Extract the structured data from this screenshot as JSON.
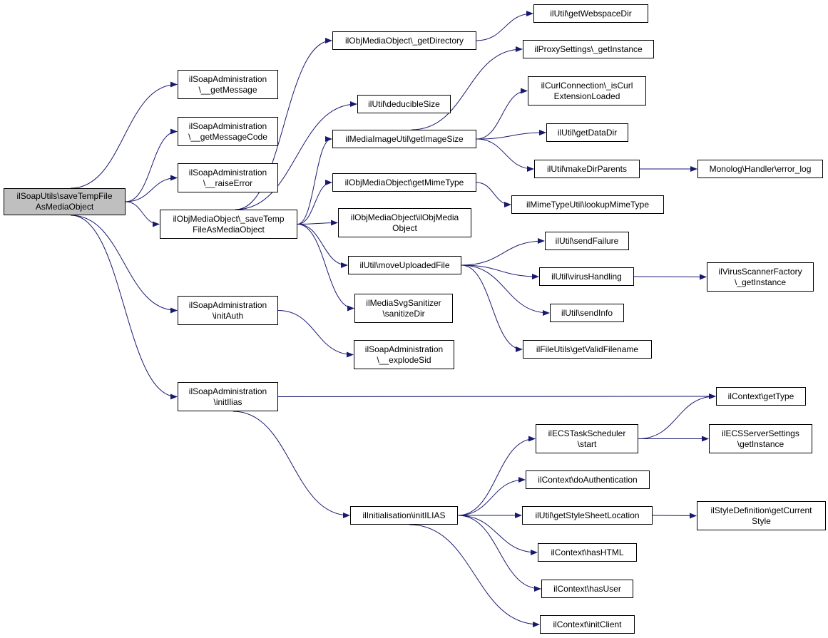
{
  "colors": {
    "edge": "#191970",
    "root_fill": "#bfbfbf",
    "node_fill": "#ffffff",
    "node_border": "#000000"
  },
  "nodes": {
    "root": {
      "lines": [
        "ilSoapUtils\\saveTempFile",
        "AsMediaObject"
      ]
    },
    "getMessage": {
      "lines": [
        "ilSoapAdministration",
        "\\__getMessage"
      ]
    },
    "getMessageCode": {
      "lines": [
        "ilSoapAdministration",
        "\\__getMessageCode"
      ]
    },
    "raiseError": {
      "lines": [
        "ilSoapAdministration",
        "\\__raiseError"
      ]
    },
    "saveTempFileMO": {
      "lines": [
        "ilObjMediaObject\\_saveTemp",
        "FileAsMediaObject"
      ]
    },
    "initAuth": {
      "lines": [
        "ilSoapAdministration",
        "\\initAuth"
      ]
    },
    "initIlias": {
      "lines": [
        "ilSoapAdministration",
        "\\initIlias"
      ]
    },
    "getDirectory": {
      "lines": [
        "ilObjMediaObject\\_getDirectory"
      ]
    },
    "deducibleSize": {
      "lines": [
        "ilUtil\\deducibleSize"
      ]
    },
    "getImageSize": {
      "lines": [
        "ilMediaImageUtil\\getImageSize"
      ]
    },
    "getMimeType": {
      "lines": [
        "ilObjMediaObject\\getMimeType"
      ]
    },
    "ilObjMediaObject": {
      "lines": [
        "ilObjMediaObject\\ilObjMedia",
        "Object"
      ]
    },
    "moveUploadedFile": {
      "lines": [
        "ilUtil\\moveUploadedFile"
      ]
    },
    "sanitizeDir": {
      "lines": [
        "ilMediaSvgSanitizer",
        "\\sanitizeDir"
      ]
    },
    "explodeSid": {
      "lines": [
        "ilSoapAdministration",
        "\\__explodeSid"
      ]
    },
    "initILIAS": {
      "lines": [
        "ilInitialisation\\initILIAS"
      ]
    },
    "getWebspaceDir": {
      "lines": [
        "ilUtil\\getWebspaceDir"
      ]
    },
    "proxyGetInstance": {
      "lines": [
        "ilProxySettings\\_getInstance"
      ]
    },
    "isCurlLoaded": {
      "lines": [
        "ilCurlConnection\\_isCurl",
        "ExtensionLoaded"
      ]
    },
    "getDataDir": {
      "lines": [
        "ilUtil\\getDataDir"
      ]
    },
    "makeDirParents": {
      "lines": [
        "ilUtil\\makeDirParents"
      ]
    },
    "lookupMimeType": {
      "lines": [
        "ilMimeTypeUtil\\lookupMimeType"
      ]
    },
    "sendFailure": {
      "lines": [
        "ilUtil\\sendFailure"
      ]
    },
    "virusHandling": {
      "lines": [
        "ilUtil\\virusHandling"
      ]
    },
    "sendInfo": {
      "lines": [
        "ilUtil\\sendInfo"
      ]
    },
    "getValidFilename": {
      "lines": [
        "ilFileUtils\\getValidFilename"
      ]
    },
    "errorLog": {
      "lines": [
        "Monolog\\Handler\\error_log"
      ]
    },
    "virusScanner": {
      "lines": [
        "ilVirusScannerFactory",
        "\\_getInstance"
      ]
    },
    "getType": {
      "lines": [
        "ilContext\\getType"
      ]
    },
    "ecsStart": {
      "lines": [
        "ilECSTaskScheduler",
        "\\start"
      ]
    },
    "ecsSettings": {
      "lines": [
        "ilECSServerSettings",
        "\\getInstance"
      ]
    },
    "doAuth": {
      "lines": [
        "ilContext\\doAuthentication"
      ]
    },
    "styleSheetLoc": {
      "lines": [
        "ilUtil\\getStyleSheetLocation"
      ]
    },
    "currentStyle": {
      "lines": [
        "ilStyleDefinition\\getCurrent",
        "Style"
      ]
    },
    "hasHTML": {
      "lines": [
        "ilContext\\hasHTML"
      ]
    },
    "hasUser": {
      "lines": [
        "ilContext\\hasUser"
      ]
    },
    "initClient": {
      "lines": [
        "ilContext\\initClient"
      ]
    }
  },
  "edges": [
    [
      "root",
      "getMessage"
    ],
    [
      "root",
      "getMessageCode"
    ],
    [
      "root",
      "raiseError"
    ],
    [
      "root",
      "saveTempFileMO"
    ],
    [
      "root",
      "initAuth"
    ],
    [
      "root",
      "initIlias"
    ],
    [
      "saveTempFileMO",
      "getDirectory"
    ],
    [
      "saveTempFileMO",
      "deducibleSize"
    ],
    [
      "saveTempFileMO",
      "getImageSize"
    ],
    [
      "saveTempFileMO",
      "getMimeType"
    ],
    [
      "saveTempFileMO",
      "ilObjMediaObject"
    ],
    [
      "saveTempFileMO",
      "moveUploadedFile"
    ],
    [
      "saveTempFileMO",
      "sanitizeDir"
    ],
    [
      "getDirectory",
      "getWebspaceDir"
    ],
    [
      "getImageSize",
      "proxyGetInstance"
    ],
    [
      "getImageSize",
      "isCurlLoaded"
    ],
    [
      "getImageSize",
      "getDataDir"
    ],
    [
      "getImageSize",
      "makeDirParents"
    ],
    [
      "makeDirParents",
      "errorLog"
    ],
    [
      "getMimeType",
      "lookupMimeType"
    ],
    [
      "moveUploadedFile",
      "sendFailure"
    ],
    [
      "moveUploadedFile",
      "virusHandling"
    ],
    [
      "moveUploadedFile",
      "sendInfo"
    ],
    [
      "moveUploadedFile",
      "getValidFilename"
    ],
    [
      "virusHandling",
      "virusScanner"
    ],
    [
      "initAuth",
      "explodeSid"
    ],
    [
      "initIlias",
      "getType"
    ],
    [
      "initIlias",
      "initILIAS"
    ],
    [
      "initILIAS",
      "ecsStart"
    ],
    [
      "initILIAS",
      "doAuth"
    ],
    [
      "initILIAS",
      "styleSheetLoc"
    ],
    [
      "initILIAS",
      "hasHTML"
    ],
    [
      "initILIAS",
      "hasUser"
    ],
    [
      "initILIAS",
      "initClient"
    ],
    [
      "ecsStart",
      "getType"
    ],
    [
      "ecsStart",
      "ecsSettings"
    ],
    [
      "styleSheetLoc",
      "currentStyle"
    ]
  ]
}
